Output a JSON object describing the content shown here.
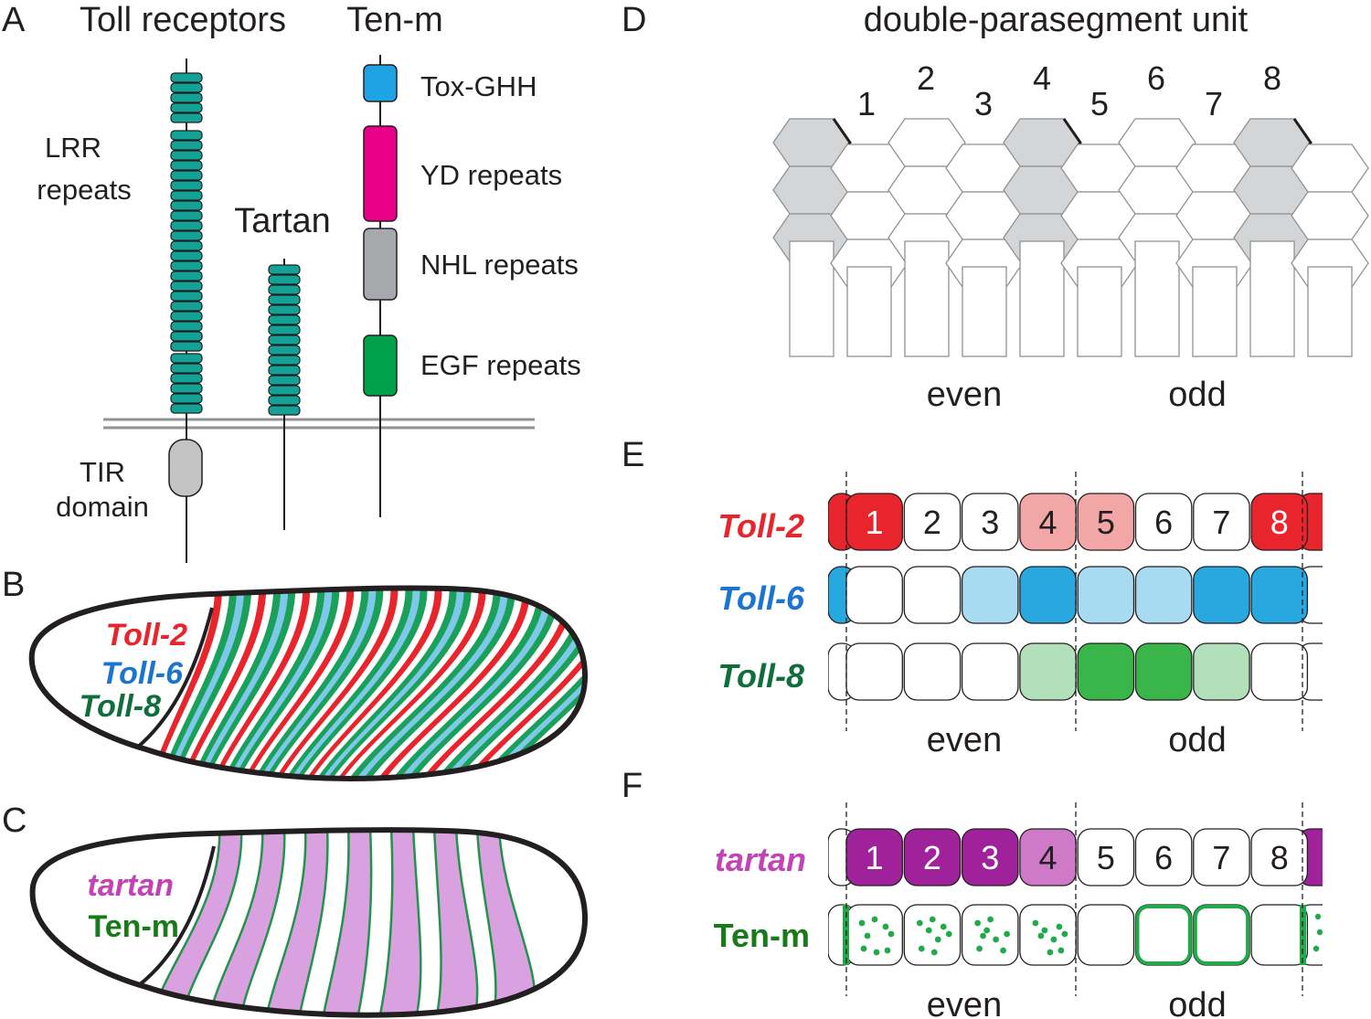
{
  "panels": {
    "A": {
      "letter": "A",
      "title_toll": "Toll receptors",
      "title_tenm": "Ten-m",
      "label_lrr_1": "LRR",
      "label_lrr_2": "repeats",
      "label_tartan": "Tartan",
      "label_tir_1": "TIR",
      "label_tir_2": "domain",
      "domains": [
        {
          "name": "Tox-GHH",
          "color": "#1ea3e6"
        },
        {
          "name": "YD repeats",
          "color": "#e8008a"
        },
        {
          "name": "NHL repeats",
          "color": "#a6a8ab"
        },
        {
          "name": "EGF repeats",
          "color": "#00a14b"
        }
      ],
      "lrr_color": "#13a295",
      "tir_color": "#c4c4c4"
    },
    "B": {
      "letter": "B",
      "labels": [
        {
          "text": "Toll-2",
          "color": "#e8242c"
        },
        {
          "text": "Toll-6",
          "color": "#1b75d0"
        },
        {
          "text": "Toll-8",
          "color": "#0f6e3b"
        }
      ]
    },
    "C": {
      "letter": "C",
      "labels": [
        {
          "text": "tartan",
          "color": "#c243b5"
        },
        {
          "text": "Ten-m",
          "color": "#1a7a1a"
        }
      ],
      "stripe_color": "#d9a1e0",
      "line_color": "#22944a"
    },
    "D": {
      "letter": "D",
      "title": "double-parasegment unit",
      "numbers": [
        "1",
        "2",
        "3",
        "4",
        "5",
        "6",
        "7",
        "8"
      ],
      "even_label": "even",
      "odd_label": "odd",
      "shaded_color": "#d4d5d6"
    },
    "E": {
      "letter": "E",
      "rows": [
        {
          "gene": "Toll-2",
          "color": "#e8242c",
          "labels": [
            "1",
            "2",
            "3",
            "4",
            "5",
            "6",
            "7",
            "8"
          ],
          "fills": [
            "#e8242c",
            "#ffffff",
            "#ffffff",
            "#f3a6a6",
            "#f3a6a6",
            "#ffffff",
            "#ffffff",
            "#e8242c"
          ],
          "text_colors": [
            "#ffffff",
            "#231f20",
            "#231f20",
            "#231f20",
            "#231f20",
            "#231f20",
            "#231f20",
            "#ffffff"
          ],
          "edge_left": "#e8242c",
          "edge_right": "#e8242c"
        },
        {
          "gene": "Toll-6",
          "color": "#1b75d0",
          "labels": [
            "",
            "",
            "",
            "",
            "",
            "",
            "",
            ""
          ],
          "fills": [
            "#ffffff",
            "#ffffff",
            "#a8daf2",
            "#29a8e0",
            "#a8daf2",
            "#a8daf2",
            "#29a8e0",
            "#29a8e0"
          ],
          "text_colors": [
            "#231f20",
            "#231f20",
            "#231f20",
            "#231f20",
            "#231f20",
            "#231f20",
            "#231f20",
            "#231f20"
          ],
          "edge_left": "#29a8e0",
          "edge_right": "#ffffff"
        },
        {
          "gene": "Toll-8",
          "color": "#0f6e3b",
          "labels": [
            "",
            "",
            "",
            "",
            "",
            "",
            "",
            ""
          ],
          "fills": [
            "#ffffff",
            "#ffffff",
            "#ffffff",
            "#b2e0bb",
            "#3ab54a",
            "#3ab54a",
            "#b2e0bb",
            "#ffffff"
          ],
          "text_colors": [
            "#231f20",
            "#231f20",
            "#231f20",
            "#231f20",
            "#231f20",
            "#231f20",
            "#231f20",
            "#231f20"
          ],
          "edge_left": "#ffffff",
          "edge_right": "#ffffff"
        }
      ],
      "even_label": "even",
      "odd_label": "odd"
    },
    "F": {
      "letter": "F",
      "tartan_gene": "tartan",
      "tartan_gene_color": "#c243b5",
      "tartan_labels": [
        "1",
        "2",
        "3",
        "4",
        "5",
        "6",
        "7",
        "8"
      ],
      "tartan_fills": [
        "#a0229b",
        "#a0229b",
        "#a0229b",
        "#cf79c9",
        "#ffffff",
        "#ffffff",
        "#ffffff",
        "#ffffff"
      ],
      "tartan_text_colors": [
        "#ffffff",
        "#ffffff",
        "#ffffff",
        "#231f20",
        "#231f20",
        "#231f20",
        "#231f20",
        "#231f20"
      ],
      "tartan_edge_left": "#ffffff",
      "tartan_edge_right": "#a0229b",
      "tenm_gene": "Ten-m",
      "tenm_gene_color": "#1a7a1a",
      "tenm_color": "#22a94a",
      "even_label": "even",
      "odd_label": "odd"
    }
  }
}
